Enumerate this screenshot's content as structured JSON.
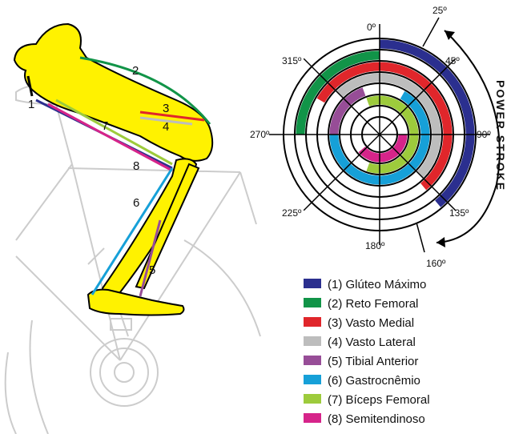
{
  "diagram": {
    "degree_labels": [
      {
        "key": "d0",
        "text": "0º"
      },
      {
        "key": "d25",
        "text": "25º"
      },
      {
        "key": "d45",
        "text": "45º"
      },
      {
        "key": "d90",
        "text": "90º"
      },
      {
        "key": "d135",
        "text": "135º"
      },
      {
        "key": "d160",
        "text": "160º"
      },
      {
        "key": "d180",
        "text": "180º"
      },
      {
        "key": "d225",
        "text": "225º"
      },
      {
        "key": "d270",
        "text": "270º"
      },
      {
        "key": "d315",
        "text": "315º"
      }
    ],
    "power_stroke": "POWER STROKE",
    "muscle_numbers": [
      "1",
      "2",
      "3",
      "4",
      "5",
      "6",
      "7",
      "8"
    ],
    "colors": {
      "gluteo": "#2b2f8f",
      "reto": "#119448",
      "vasto_medial": "#e0262b",
      "vasto_lateral": "#bdbdbd",
      "tibial": "#974d97",
      "gastro": "#16a0d8",
      "biceps": "#9dcb3c",
      "semi": "#d6248a",
      "bone": "#fff200",
      "bike": "#cccccc"
    }
  },
  "chart_data": {
    "type": "radial-arc",
    "unit": "degrees of crank angle",
    "series": [
      {
        "name": "(1) Glúteo Máximo",
        "color": "#2b2f8f",
        "ring": 7,
        "start": 0,
        "end": 140
      },
      {
        "name": "(2) Reto Femoral",
        "color": "#119448",
        "ring": 6,
        "start": 270,
        "end": 360
      },
      {
        "name": "(3) Vasto Medial",
        "color": "#e0262b",
        "ring": 5,
        "start": 300,
        "end": 140
      },
      {
        "name": "(4) Vasto Lateral",
        "color": "#bdbdbd",
        "ring": 4,
        "start": 315,
        "end": 135
      },
      {
        "name": "(5) Tibial Anterior",
        "color": "#974d97",
        "ring": 3,
        "start": 270,
        "end": 340
      },
      {
        "name": "(6) Gastrocnêmio",
        "color": "#16a0d8",
        "ring": 3,
        "start": 30,
        "end": 270
      },
      {
        "name": "(7) Bíceps Femoral",
        "color": "#9dcb3c",
        "ring": 2,
        "start": 340,
        "end": 200
      },
      {
        "name": "(8) Semitendinoso",
        "color": "#d6248a",
        "ring": 1,
        "start": 90,
        "end": 230
      }
    ]
  },
  "legend": [
    {
      "label": "(1) Glúteo Máximo",
      "color": "#2b2f8f"
    },
    {
      "label": "(2) Reto Femoral",
      "color": "#119448"
    },
    {
      "label": "(3) Vasto Medial",
      "color": "#e0262b"
    },
    {
      "label": "(4) Vasto Lateral",
      "color": "#bdbdbd"
    },
    {
      "label": "(5) Tibial Anterior",
      "color": "#974d97"
    },
    {
      "label": "(6) Gastrocnêmio",
      "color": "#16a0d8"
    },
    {
      "label": "(7) Bíceps Femoral",
      "color": "#9dcb3c"
    },
    {
      "label": "(8) Semitendinoso",
      "color": "#d6248a"
    }
  ]
}
